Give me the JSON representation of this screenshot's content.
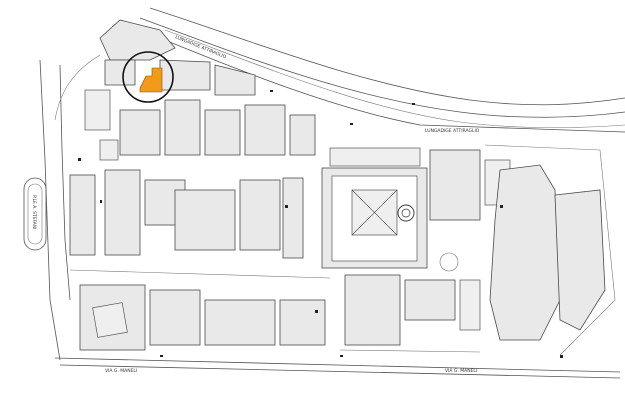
{
  "map": {
    "street_labels": {
      "lungadige_top": "LUNGADIGE ATTIRAGLIO",
      "lungadige_right": "LUNGADIGE ATTIRAGLIO",
      "piazzale_left": "P.LE A. STEFANI",
      "via_sud_left": "VIA G. MANELI",
      "via_sud_right": "VIA G. MANELI"
    },
    "highlight": {
      "color": "#f39a1c",
      "circle_color": "#111111"
    },
    "icons": [
      "highlight-circle-icon",
      "compass-courtyard-icon"
    ]
  }
}
